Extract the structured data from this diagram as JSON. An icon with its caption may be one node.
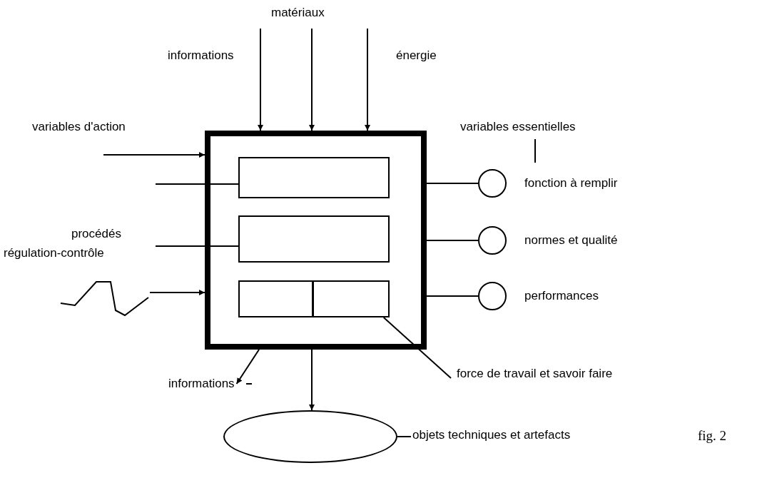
{
  "diagram": {
    "caption": "fig. 2",
    "nodes": [
      {
        "text": [],
        "shape": "box"
      },
      {
        "text": [],
        "shape": "box",
        "in": 0
      },
      {
        "text": [],
        "shape": "box",
        "in": 0
      },
      {
        "text": [],
        "shape": "box",
        "in": 0
      },
      {
        "text": [],
        "shape": "box",
        "in": 0
      },
      {
        "text": [],
        "shape": "circle",
        "beside": [
          "fonction à remplir"
        ]
      },
      {
        "text": [],
        "shape": "circle",
        "beside": [
          "normes et qualité"
        ]
      },
      {
        "text": [],
        "shape": "circle",
        "beside": [
          "performances"
        ]
      },
      {
        "text": [],
        "shape": "ellipse"
      },
      {
        "text": [
          "force de travail et savoir faire"
        ]
      },
      {
        "text": [
          "objets techniques et artefacts"
        ]
      },
      {
        "text": [
          "informations"
        ]
      }
    ],
    "edges": [
      {
        "from": null,
        "to": 0,
        "arrow": "to",
        "label": "informations"
      },
      {
        "from": null,
        "to": 0,
        "arrow": "to",
        "label": "matériaux"
      },
      {
        "from": null,
        "to": 0,
        "arrow": "to",
        "label": "énergie"
      },
      {
        "from": null,
        "to": 0,
        "arrow": "to",
        "label": "variables d'action"
      },
      {
        "from": null,
        "to": 1,
        "arrow": "none"
      },
      {
        "from": null,
        "to": 2,
        "arrow": "none",
        "label": "procédés"
      },
      {
        "from": null,
        "to": 0,
        "arrow": "to",
        "label": "régulation-contrôle"
      },
      {
        "from": 0,
        "to": 5,
        "arrow": "none"
      },
      {
        "from": 0,
        "to": 6,
        "arrow": "none"
      },
      {
        "from": 0,
        "to": 7,
        "arrow": "none"
      },
      {
        "from": 0,
        "to": 11,
        "arrow": "to"
      },
      {
        "from": 0,
        "to": 8,
        "arrow": "to"
      },
      {
        "from": 9,
        "to": 4,
        "arrow": "none"
      },
      {
        "from": 10,
        "to": 8,
        "arrow": "none"
      }
    ],
    "labels": [
      "variables essentielles"
    ]
  }
}
